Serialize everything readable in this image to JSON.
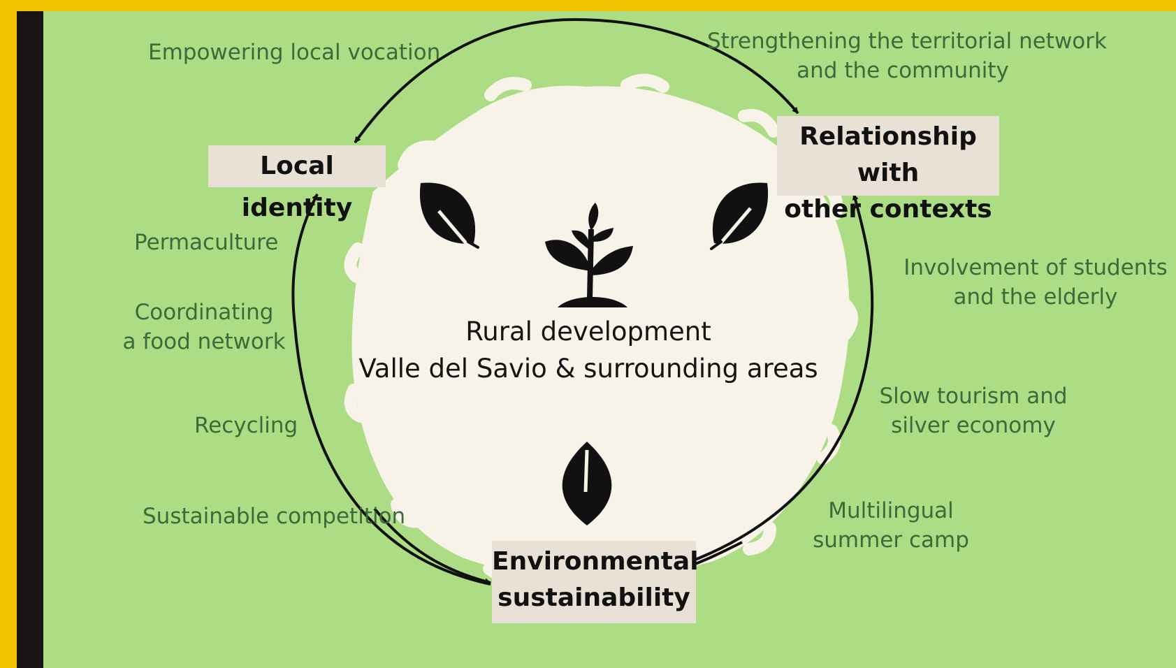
{
  "colors": {
    "frame_border": "#f5c400",
    "left_bar": "#1a1414",
    "background": "#acdc83",
    "center_blob": "#f8f3e8",
    "box_fill": "#e9e1d6",
    "label_text": "#3d6a3a",
    "arrows": "#111111"
  },
  "center": {
    "line1": "Rural development",
    "line2": "Valle del Savio & surrounding areas",
    "icons": [
      "leaf-icon",
      "sprout-icon",
      "leaf-icon",
      "leaf-icon"
    ]
  },
  "nodes": {
    "local_identity": "Local identity",
    "relationship": {
      "line1": "Relationship with",
      "line2": "other contexts"
    },
    "environmental": {
      "line1": "Environmental",
      "line2": "sustainability"
    }
  },
  "arrows": {
    "top": "Empowering local vocation",
    "top_right": {
      "line1": "Strengthening the territorial network",
      "line2": "and the community"
    }
  },
  "left_labels": {
    "permaculture": "Permaculture",
    "food_network": {
      "line1": "Coordinating",
      "line2": "a food network"
    },
    "recycling": "Recycling",
    "competition": "Sustainable competition"
  },
  "right_labels": {
    "students": {
      "line1": "Involvement of students",
      "line2": "and the elderly"
    },
    "tourism": {
      "line1": "Slow tourism and",
      "line2": "silver economy"
    },
    "camp": {
      "line1": "Multilingual",
      "line2": "summer camp"
    }
  }
}
